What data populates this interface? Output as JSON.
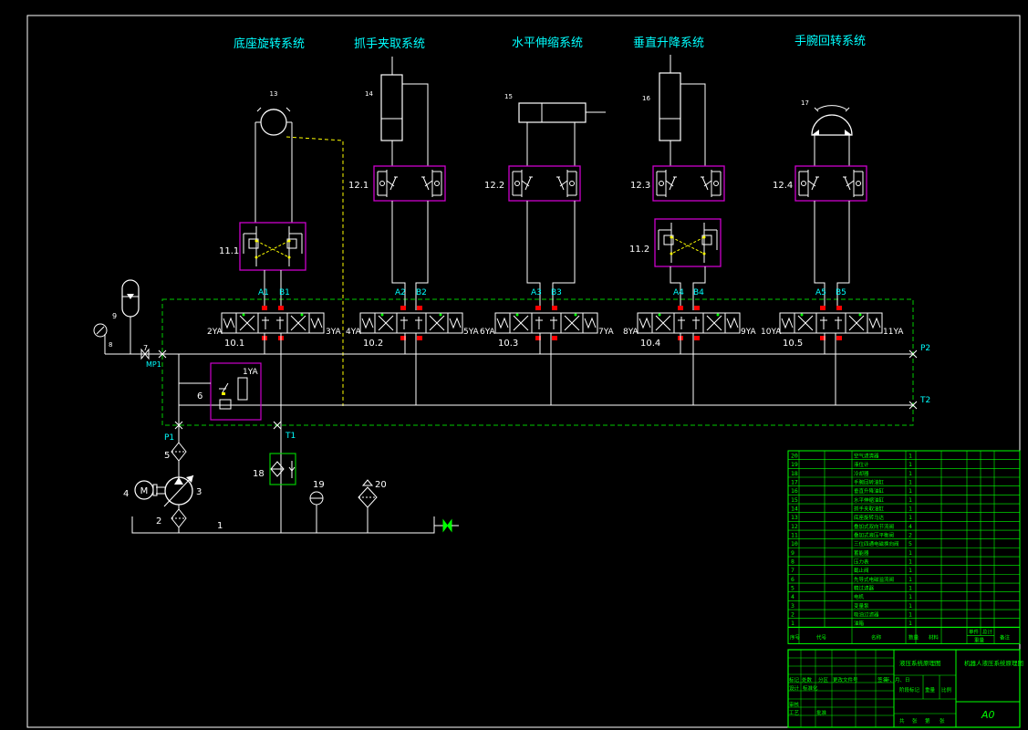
{
  "colors": {
    "background": "#000000",
    "line": "#ffffff",
    "label": "#00ffff",
    "valve_box": "#cc00cc",
    "manifold": "#00cc00",
    "pilot": "#ffff00",
    "solenoid": "#ff0000",
    "table": "#00ff00"
  },
  "titles": [
    "底座旋转系统",
    "抓手夹取系统",
    "水平伸缩系统",
    "垂直升降系统",
    "手腕回转系统"
  ],
  "components": {
    "c13": "13",
    "c14": "14",
    "c15": "15",
    "c16": "16",
    "c17": "17",
    "c9": "9",
    "c8": "8",
    "c7": "7",
    "c6": "6",
    "c5": "5",
    "c4": "4",
    "c3": "3",
    "c2": "2",
    "c1": "1",
    "c18": "18",
    "c19": "19",
    "c20": "20"
  },
  "valve_labels": [
    "11.1",
    "11.2",
    "12.1",
    "12.2",
    "12.3",
    "12.4"
  ],
  "ports": [
    "A1",
    "B1",
    "A2",
    "B2",
    "A3",
    "B3",
    "A4",
    "B4",
    "A5",
    "B5"
  ],
  "solenoids": [
    "2YA",
    "3YA",
    "4YA",
    "5YA",
    "6YA",
    "7YA",
    "8YA",
    "9YA",
    "10YA",
    "11YA",
    "1YA"
  ],
  "directional_valves": [
    "10.1",
    "10.2",
    "10.3",
    "10.4",
    "10.5"
  ],
  "manifold": {
    "mp1": "MP1",
    "p1": "P1",
    "t1": "T1",
    "p2": "P2",
    "t2": "T2",
    "motor": "M"
  },
  "bom": {
    "rows": [
      {
        "no": "20",
        "name": "空气滤清器",
        "qty": "1"
      },
      {
        "no": "19",
        "name": "液位计",
        "qty": "1"
      },
      {
        "no": "18",
        "name": "冷却器",
        "qty": "1"
      },
      {
        "no": "17",
        "name": "手腕回转油缸",
        "qty": "1"
      },
      {
        "no": "16",
        "name": "垂直升降油缸",
        "qty": "1"
      },
      {
        "no": "15",
        "name": "水平伸缩油缸",
        "qty": "1"
      },
      {
        "no": "14",
        "name": "抓手夹取油缸",
        "qty": "1"
      },
      {
        "no": "13",
        "name": "底座旋转马达",
        "qty": "1"
      },
      {
        "no": "12",
        "name": "叠加式双向节流阀",
        "qty": "4"
      },
      {
        "no": "11",
        "name": "叠加式液压平衡阀",
        "qty": "2"
      },
      {
        "no": "10",
        "name": "三位四通电磁换向阀",
        "qty": "5"
      },
      {
        "no": "9",
        "name": "蓄能器",
        "qty": "1"
      },
      {
        "no": "8",
        "name": "压力表",
        "qty": "1"
      },
      {
        "no": "7",
        "name": "截止阀",
        "qty": "1"
      },
      {
        "no": "6",
        "name": "先导式电磁溢流阀",
        "qty": "1"
      },
      {
        "no": "5",
        "name": "精过滤器",
        "qty": "1"
      },
      {
        "no": "4",
        "name": "电机",
        "qty": "1"
      },
      {
        "no": "3",
        "name": "变量泵",
        "qty": "1"
      },
      {
        "no": "2",
        "name": "吸油过滤器",
        "qty": "1"
      },
      {
        "no": "1",
        "name": "油箱",
        "qty": "1"
      }
    ],
    "header": {
      "seq": "序号",
      "code": "代号",
      "name": "名称",
      "qty": "数量",
      "material": "材料",
      "unit_w": "单件",
      "total_w": "总计",
      "weight": "重量",
      "note": "备注"
    }
  },
  "title_block": {
    "drawing": "液压系统原理图",
    "project": "机器人液压系统原理图",
    "row1": [
      "标记",
      "处数",
      "分区",
      "更改文件号",
      "签名",
      "年、月、日"
    ],
    "stage": "阶段标记",
    "weight": "重量",
    "scale": "比例",
    "designer": "设计",
    "standard": "标准化",
    "audit": "审核",
    "process": "工艺",
    "approve": "批准",
    "sheet": [
      "共",
      "张",
      "第",
      "张"
    ],
    "size": "A0"
  }
}
